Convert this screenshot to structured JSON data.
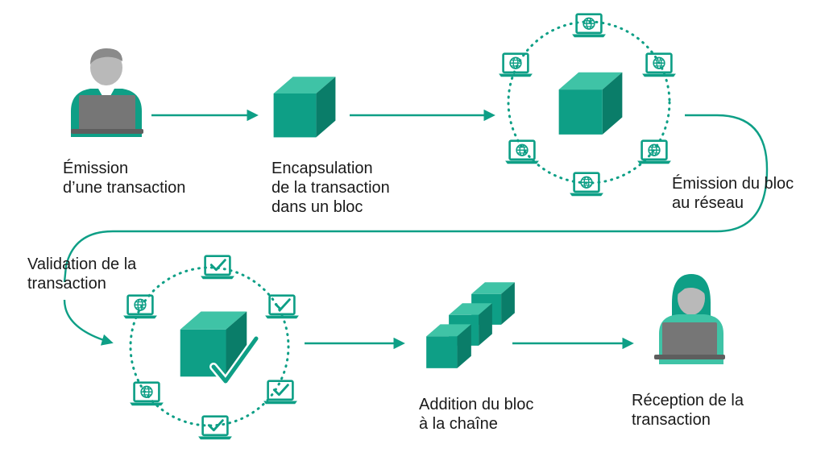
{
  "colors": {
    "accent": "#0e9f86",
    "accent_dark": "#0a7d69",
    "accent_light": "#3fc3a6",
    "person_grey": "#b9b9b9",
    "laptop_grey": "#767676",
    "text": "#1a1a1a"
  },
  "steps": [
    {
      "id": "emission_transaction",
      "lines": [
        "Émission",
        "d’une transaction"
      ],
      "icon": "person-laptop-icon"
    },
    {
      "id": "encapsulation",
      "lines": [
        "Encapsulation",
        "de la transaction",
        "dans un bloc"
      ],
      "icon": "block-cube-icon"
    },
    {
      "id": "emission_bloc",
      "lines": [
        "Émission du bloc",
        "au réseau"
      ],
      "icon": "network-globe-icon"
    },
    {
      "id": "validation",
      "lines": [
        "Validation de la",
        "transaction"
      ],
      "icon": "network-check-icon"
    },
    {
      "id": "addition",
      "lines": [
        "Addition du bloc",
        "à la chaîne"
      ],
      "icon": "block-chain-icon"
    },
    {
      "id": "reception",
      "lines": [
        "Réception de la",
        "transaction"
      ],
      "icon": "person-laptop-icon"
    }
  ]
}
